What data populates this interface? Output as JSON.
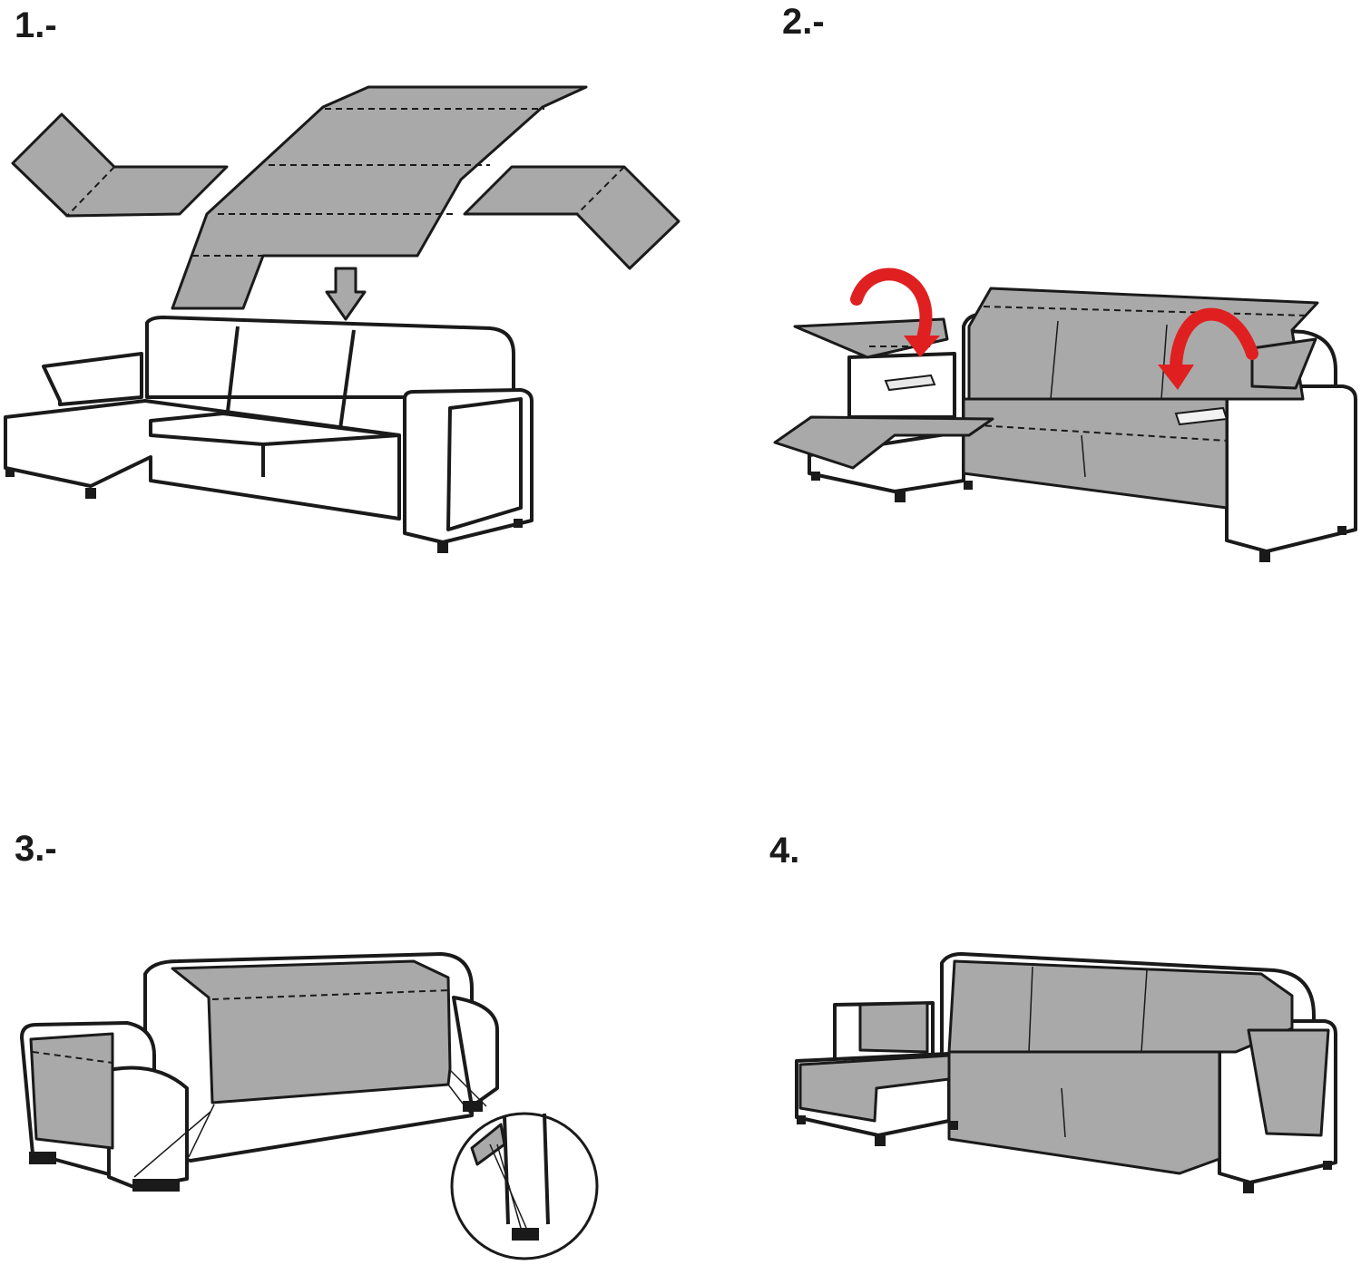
{
  "steps": [
    {
      "label": "1.-"
    },
    {
      "label": "2.-"
    },
    {
      "label": "3.-"
    },
    {
      "label": "4."
    }
  ],
  "colors": {
    "cover": "#a9a9a9",
    "outline": "#1a1a1a",
    "arrow_red": "#e02020",
    "background": "#ffffff"
  }
}
